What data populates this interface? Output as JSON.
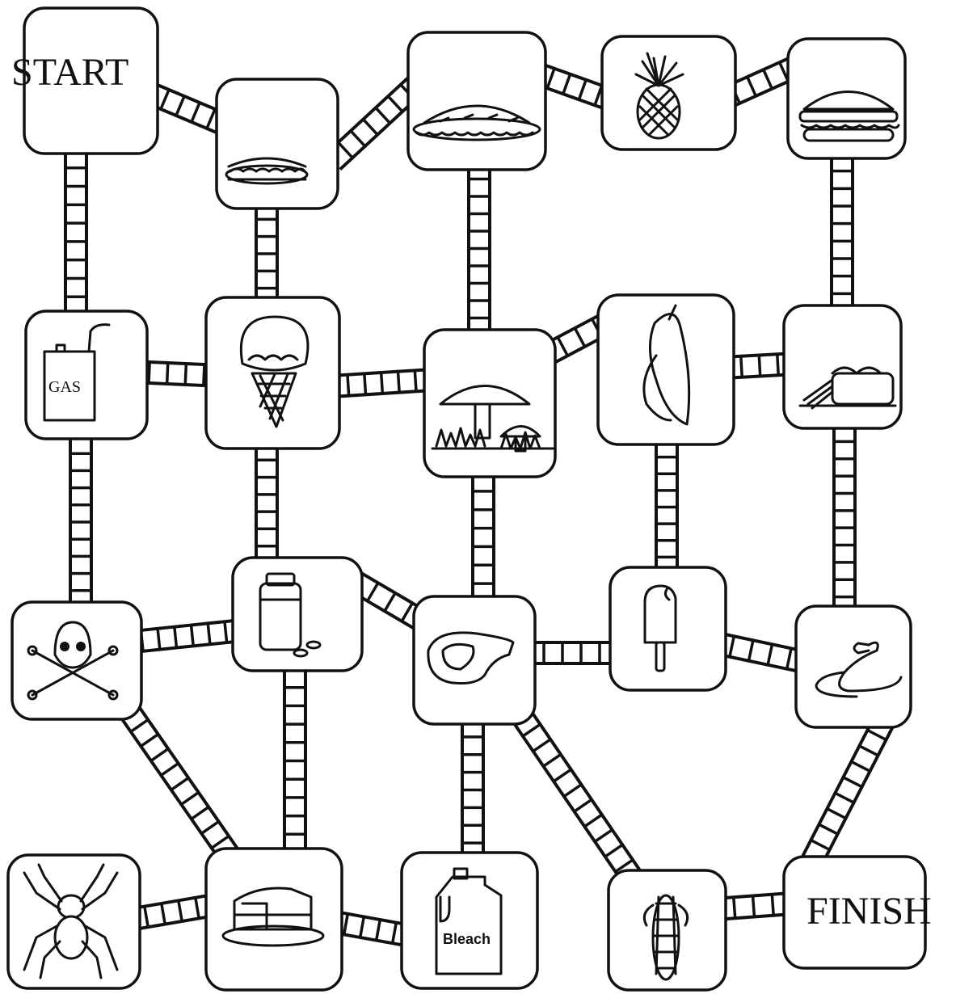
{
  "board": {
    "start_label": "START",
    "finish_label": "FINISH",
    "gas_can_label": "GAS",
    "bleach_label": "Bleach"
  },
  "spaces": [
    {
      "id": "start",
      "icon": "start-label"
    },
    {
      "id": "sandwich",
      "icon": "sandwich-icon"
    },
    {
      "id": "pie",
      "icon": "pie-icon"
    },
    {
      "id": "pineapple",
      "icon": "pineapple-icon"
    },
    {
      "id": "burger",
      "icon": "burger-icon"
    },
    {
      "id": "gas-can",
      "icon": "gas-can-icon"
    },
    {
      "id": "ice-cream",
      "icon": "ice-cream-cone-icon"
    },
    {
      "id": "mushrooms",
      "icon": "mushrooms-icon"
    },
    {
      "id": "banana",
      "icon": "banana-icon"
    },
    {
      "id": "bread",
      "icon": "bread-loaf-icon"
    },
    {
      "id": "poison",
      "icon": "skull-crossbones-icon"
    },
    {
      "id": "pill-bottle",
      "icon": "pill-bottle-icon"
    },
    {
      "id": "steak",
      "icon": "steak-icon"
    },
    {
      "id": "popsicle",
      "icon": "popsicle-icon"
    },
    {
      "id": "snake",
      "icon": "snake-icon"
    },
    {
      "id": "spider",
      "icon": "spider-icon"
    },
    {
      "id": "cake",
      "icon": "cake-icon"
    },
    {
      "id": "bleach",
      "icon": "bleach-jug-icon"
    },
    {
      "id": "corn",
      "icon": "corn-icon"
    },
    {
      "id": "finish",
      "icon": "finish-label"
    }
  ]
}
